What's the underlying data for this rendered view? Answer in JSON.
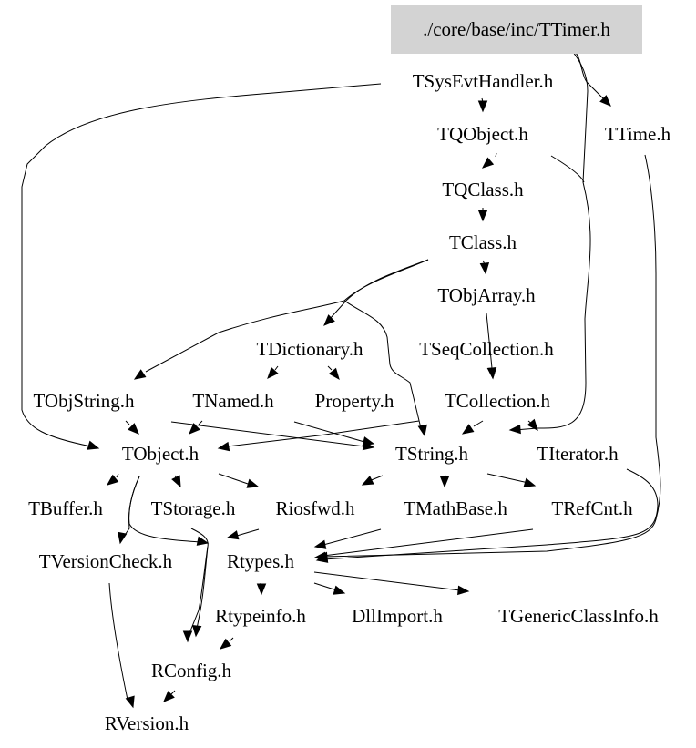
{
  "graph": {
    "title": "./core/base/inc/TTimer.h",
    "root_fill": "#d3d3d3",
    "edge_color": "#000000",
    "nodes": [
      {
        "id": "TTimer",
        "label": "./core/base/inc/TTimer.h",
        "root": true
      },
      {
        "id": "TSysEvtHandler",
        "label": "TSysEvtHandler.h"
      },
      {
        "id": "TQObject",
        "label": "TQObject.h"
      },
      {
        "id": "TTime",
        "label": "TTime.h"
      },
      {
        "id": "TQClass",
        "label": "TQClass.h"
      },
      {
        "id": "TClass",
        "label": "TClass.h"
      },
      {
        "id": "TObjArray",
        "label": "TObjArray.h"
      },
      {
        "id": "TDictionary",
        "label": "TDictionary.h"
      },
      {
        "id": "TSeqCollection",
        "label": "TSeqCollection.h"
      },
      {
        "id": "TObjString",
        "label": "TObjString.h"
      },
      {
        "id": "TNamed",
        "label": "TNamed.h"
      },
      {
        "id": "Property",
        "label": "Property.h"
      },
      {
        "id": "TCollection",
        "label": "TCollection.h"
      },
      {
        "id": "TObject",
        "label": "TObject.h"
      },
      {
        "id": "TString",
        "label": "TString.h"
      },
      {
        "id": "TIterator",
        "label": "TIterator.h"
      },
      {
        "id": "TBuffer",
        "label": "TBuffer.h"
      },
      {
        "id": "TStorage",
        "label": "TStorage.h"
      },
      {
        "id": "Riosfwd",
        "label": "Riosfwd.h"
      },
      {
        "id": "TMathBase",
        "label": "TMathBase.h"
      },
      {
        "id": "TRefCnt",
        "label": "TRefCnt.h"
      },
      {
        "id": "TVersionCheck",
        "label": "TVersionCheck.h"
      },
      {
        "id": "Rtypes",
        "label": "Rtypes.h"
      },
      {
        "id": "Rtypeinfo",
        "label": "Rtypeinfo.h"
      },
      {
        "id": "DllImport",
        "label": "DllImport.h"
      },
      {
        "id": "TGenericClassInfo",
        "label": "TGenericClassInfo.h"
      },
      {
        "id": "RConfig",
        "label": "RConfig.h"
      },
      {
        "id": "RVersion",
        "label": "RVersion.h"
      }
    ],
    "edges": [
      {
        "from": "TTimer",
        "to": "TSysEvtHandler"
      },
      {
        "from": "TTimer",
        "to": "TTime"
      },
      {
        "from": "TTimer",
        "to": "TString"
      },
      {
        "from": "TSysEvtHandler",
        "to": "TQObject"
      },
      {
        "from": "TSysEvtHandler",
        "to": "TObject"
      },
      {
        "from": "TQObject",
        "to": "TQClass"
      },
      {
        "from": "TQObject",
        "to": "TIterator"
      },
      {
        "from": "TQClass",
        "to": "TClass"
      },
      {
        "from": "TClass",
        "to": "TObjArray"
      },
      {
        "from": "TClass",
        "to": "TDictionary"
      },
      {
        "from": "TClass",
        "to": "TObjString"
      },
      {
        "from": "TClass",
        "to": "TString"
      },
      {
        "from": "TObjArray",
        "to": "TSeqCollection"
      },
      {
        "from": "TSeqCollection",
        "to": "TCollection"
      },
      {
        "from": "TDictionary",
        "to": "TNamed"
      },
      {
        "from": "TDictionary",
        "to": "Property"
      },
      {
        "from": "TObjString",
        "to": "TObject"
      },
      {
        "from": "TObjString",
        "to": "TString"
      },
      {
        "from": "TNamed",
        "to": "TObject"
      },
      {
        "from": "TNamed",
        "to": "TString"
      },
      {
        "from": "TCollection",
        "to": "TObject"
      },
      {
        "from": "TCollection",
        "to": "TString"
      },
      {
        "from": "TCollection",
        "to": "TIterator"
      },
      {
        "from": "TObject",
        "to": "TBuffer"
      },
      {
        "from": "TObject",
        "to": "TStorage"
      },
      {
        "from": "TObject",
        "to": "Riosfwd"
      },
      {
        "from": "TObject",
        "to": "TVersionCheck"
      },
      {
        "from": "TObject",
        "to": "Rtypes"
      },
      {
        "from": "TString",
        "to": "Riosfwd"
      },
      {
        "from": "TString",
        "to": "TMathBase"
      },
      {
        "from": "TString",
        "to": "TRefCnt"
      },
      {
        "from": "TIterator",
        "to": "Rtypes"
      },
      {
        "from": "TTime",
        "to": "Rtypes"
      },
      {
        "from": "Riosfwd",
        "to": "Rtypes"
      },
      {
        "from": "TMathBase",
        "to": "Rtypes"
      },
      {
        "from": "TRefCnt",
        "to": "Rtypes"
      },
      {
        "from": "TStorage",
        "to": "Rtypes"
      },
      {
        "from": "TVersionCheck",
        "to": "RVersion"
      },
      {
        "from": "Rtypes",
        "to": "Rtypeinfo"
      },
      {
        "from": "Rtypes",
        "to": "DllImport"
      },
      {
        "from": "Rtypes",
        "to": "TGenericClassInfo"
      },
      {
        "from": "Rtypes",
        "to": "RConfig"
      },
      {
        "from": "Rtypeinfo",
        "to": "RConfig"
      },
      {
        "from": "RConfig",
        "to": "RVersion"
      }
    ]
  }
}
